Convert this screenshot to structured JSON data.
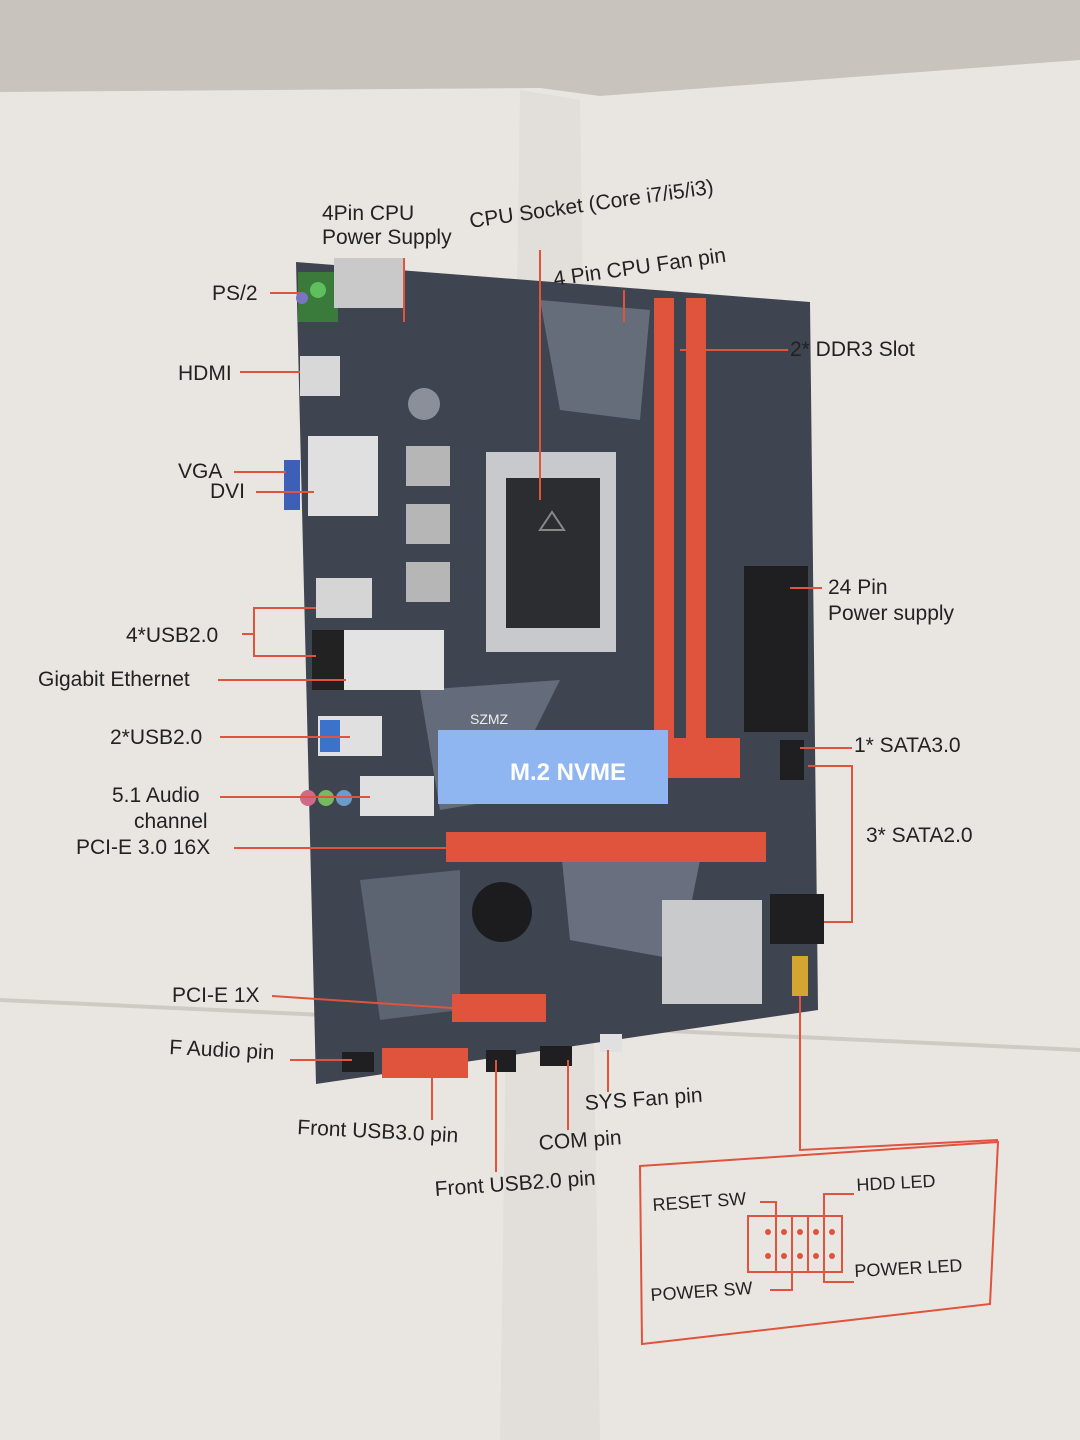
{
  "colors": {
    "paper": "#e9e6e2",
    "board": "#3e4450",
    "accent": "#e0533c",
    "ink": "#222222"
  },
  "labels": {
    "cpu_power": [
      "4Pin CPU",
      "Power Supply"
    ],
    "cpu_socket": "CPU Socket (Core i7/i5/i3)",
    "cpu_fan": "4 Pin CPU Fan pin",
    "ps2": "PS/2",
    "hdmi": "HDMI",
    "ddr3": "2* DDR3 Slot",
    "vga": "VGA",
    "dvi": "DVI",
    "power24": [
      "24 Pin",
      "Power supply"
    ],
    "usb4": "4*USB2.0",
    "ethernet": "Gigabit Ethernet",
    "usb2": "2*USB2.0",
    "sata3": "1* SATA3.0",
    "audio": [
      "5.1 Audio",
      "channel"
    ],
    "sata2": "3* SATA2.0",
    "pcie16": "PCI-E 3.0 16X",
    "pcie1": "PCI-E 1X",
    "faudio": "F Audio pin",
    "sysfan": "SYS Fan pin",
    "front_usb3": "Front USB3.0 pin",
    "com": "COM pin",
    "front_usb2": "Front USB2.0 pin"
  },
  "panel_header": {
    "reset_sw": "RESET SW",
    "hdd_led": "HDD LED",
    "power_sw": "POWER SW",
    "power_led": "POWER LED"
  },
  "board_print": {
    "brand": "SZMZ",
    "m2": "M.2 NVME"
  }
}
